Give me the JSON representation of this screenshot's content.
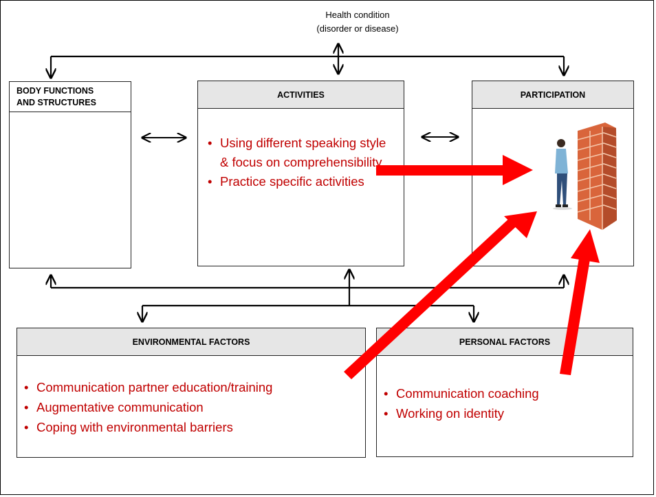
{
  "health_condition": {
    "line1": "Health condition",
    "line2": "(disorder or disease)"
  },
  "body_functions": {
    "title_line1": "BODY FUNCTIONS",
    "title_line2": "AND STRUCTURES"
  },
  "activities": {
    "title": "ACTIVITIES",
    "items": [
      "Using different speaking style & focus on comprehensibility",
      "Practice specific activities"
    ]
  },
  "participation": {
    "title": "PARTICIPATION",
    "illustration": "person facing a brick wall"
  },
  "environmental": {
    "title": "ENVIRONMENTAL FACTORS",
    "items": [
      "Communication partner education/training",
      "Augmentative communication",
      "Coping with environmental barriers"
    ]
  },
  "personal": {
    "title": "PERSONAL FACTORS",
    "items": [
      "Communication coaching",
      "Working on identity"
    ]
  },
  "colors": {
    "intervention_text": "#c00000",
    "arrow_red": "#ff0000",
    "header_fill": "#e6e6e6",
    "brick": "#d9653b"
  }
}
